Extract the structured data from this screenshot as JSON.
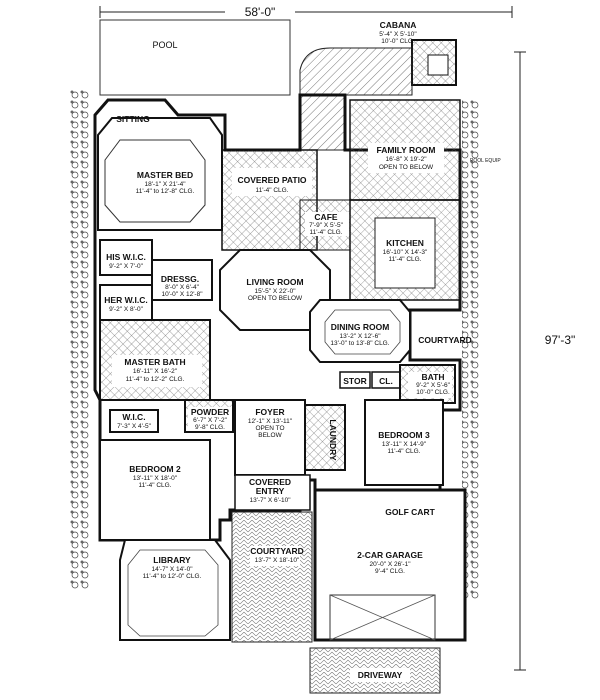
{
  "dimensions": {
    "width": "58'-0\"",
    "depth": "97'-3\""
  },
  "labels": {
    "pool": "POOL",
    "cabana": "CABANA",
    "cabana_dim": "5'-4\" X 5'-10\"",
    "cabana_clg": "10'-0\" CLG.",
    "sitting": "SITTING",
    "master_bed": "MASTER BED",
    "master_bed_dim": "18'-1\" X 21'-4\"",
    "master_bed_clg": "11'-4\" to 12'-8\" CLG.",
    "covered_patio": "COVERED PATIO",
    "covered_patio_clg": "11'-4\" CLG.",
    "family_room": "FAMILY ROOM",
    "family_room_dim": "16'-8\" X 19'-2\"",
    "family_room_open": "OPEN TO BELOW",
    "cafe": "CAFE",
    "cafe_dim": "7'-9\" X 5'-5\"",
    "cafe_clg": "11'-4\" CLG.",
    "kitchen": "KITCHEN",
    "kitchen_dim": "16'-10\" X 14'-3\"",
    "kitchen_clg": "11'-4\" CLG.",
    "his_wic": "HIS W.I.C.",
    "his_wic_dim": "9'-2\" X 7'-0\"",
    "dressg": "DRESSG.",
    "dressg_dim": "8'-0\" X 6'-4\"",
    "dressg_clg": "10'-0\" X 12'-8\"",
    "her_wic": "HER W.I.C.",
    "her_wic_dim": "9'-2\" X 8'-0\"",
    "living_room": "LIVING ROOM",
    "living_room_dim": "15'-5\" X 22'-0\"",
    "living_room_open": "OPEN TO BELOW",
    "dining_room": "DINING ROOM",
    "dining_room_dim": "13'-2\" X 12'-6\"",
    "dining_room_clg": "13'-0\" to 13'-8\" CLG.",
    "courtyard_right": "COURTYARD",
    "master_bath": "MASTER BATH",
    "master_bath_dim": "16'-11\" X 16'-2\"",
    "master_bath_clg": "11'-4\" to 12'-2\" CLG.",
    "bath": "BATH",
    "bath_dim": "9'-2\" X 5'-6\"",
    "bath_clg": "10'-0\" CLG.",
    "stor": "STOR",
    "cl": "CL.",
    "wic": "W.I.C.",
    "wic_dim": "7'-3\" X 4'-5\"",
    "powder": "POWDER",
    "powder_dim": "6'-7\" X 7'-2\"",
    "powder_clg": "9'-8\" CLG.",
    "foyer": "FOYER",
    "foyer_dim": "12'-1\" X 13'-11\"",
    "foyer_open1": "OPEN TO",
    "foyer_open2": "BELOW",
    "laundry": "LAUNDRY",
    "bedroom3": "BEDROOM 3",
    "bedroom3_dim": "13'-11\" X 14'-9\"",
    "bedroom3_clg": "11'-4\" CLG.",
    "bedroom2": "BEDROOM 2",
    "bedroom2_dim": "13'-11\" X 18'-0\"",
    "bedroom2_clg": "11'-4\" CLG.",
    "covered_entry": "COVERED",
    "covered_entry2": "ENTRY",
    "covered_entry_dim": "13'-7\" X 6'-10\"",
    "golf_cart": "GOLF CART",
    "garage": "2-CAR GARAGE",
    "garage_dim": "20'-0\" X 26'-1\"",
    "garage_clg": "9'-4\" CLG.",
    "library": "LIBRARY",
    "library_dim": "14'-7\" X 14'-0\"",
    "library_clg": "11'-4\" to 12'-0\" CLG.",
    "courtyard_front": "COURTYARD",
    "courtyard_front_dim": "13'-7\" X 18'-10\"",
    "driveway": "DRIVEWAY",
    "pool_equip": "POOL EQUIP"
  }
}
